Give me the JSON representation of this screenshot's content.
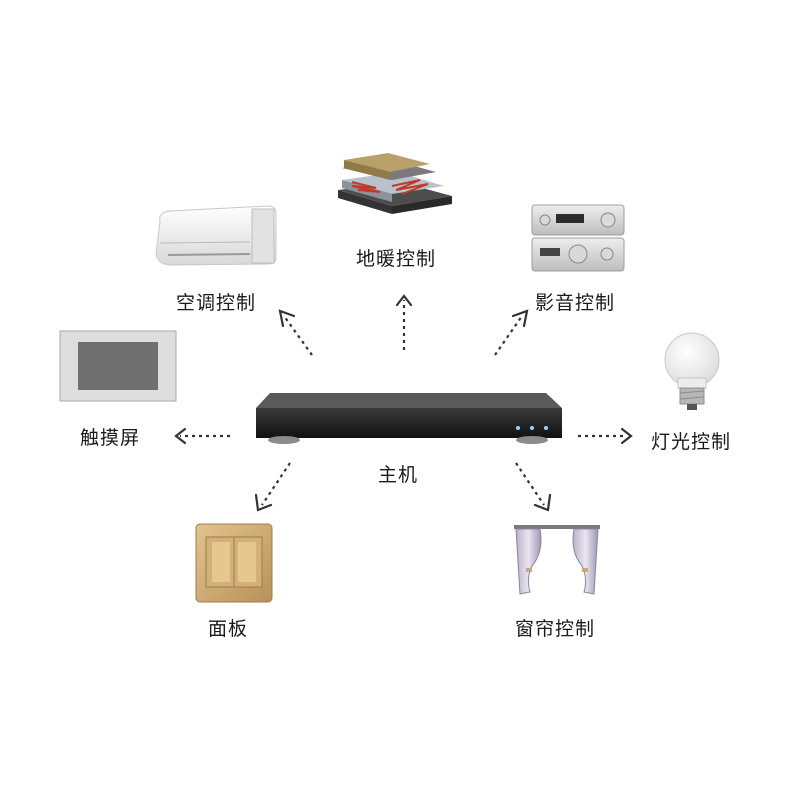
{
  "hub": {
    "label": "主机",
    "icon": "set-top-box-icon"
  },
  "devices": [
    {
      "key": "air-conditioner",
      "label": "空调控制",
      "icon": "air-conditioner-icon"
    },
    {
      "key": "floor-heating",
      "label": "地暖控制",
      "icon": "floor-heating-icon"
    },
    {
      "key": "audio-video",
      "label": "影音控制",
      "icon": "audio-amplifier-icon"
    },
    {
      "key": "touch-screen",
      "label": "触摸屏",
      "icon": "touch-screen-icon"
    },
    {
      "key": "lighting",
      "label": "灯光控制",
      "icon": "light-bulb-icon"
    },
    {
      "key": "panel",
      "label": "面板",
      "icon": "wall-switch-icon"
    },
    {
      "key": "curtain",
      "label": "窗帘控制",
      "icon": "curtain-icon"
    }
  ],
  "colors": {
    "arrow": "#333333",
    "hub_body": "#1c1c1c",
    "switch_gold": "#c9a46a"
  }
}
